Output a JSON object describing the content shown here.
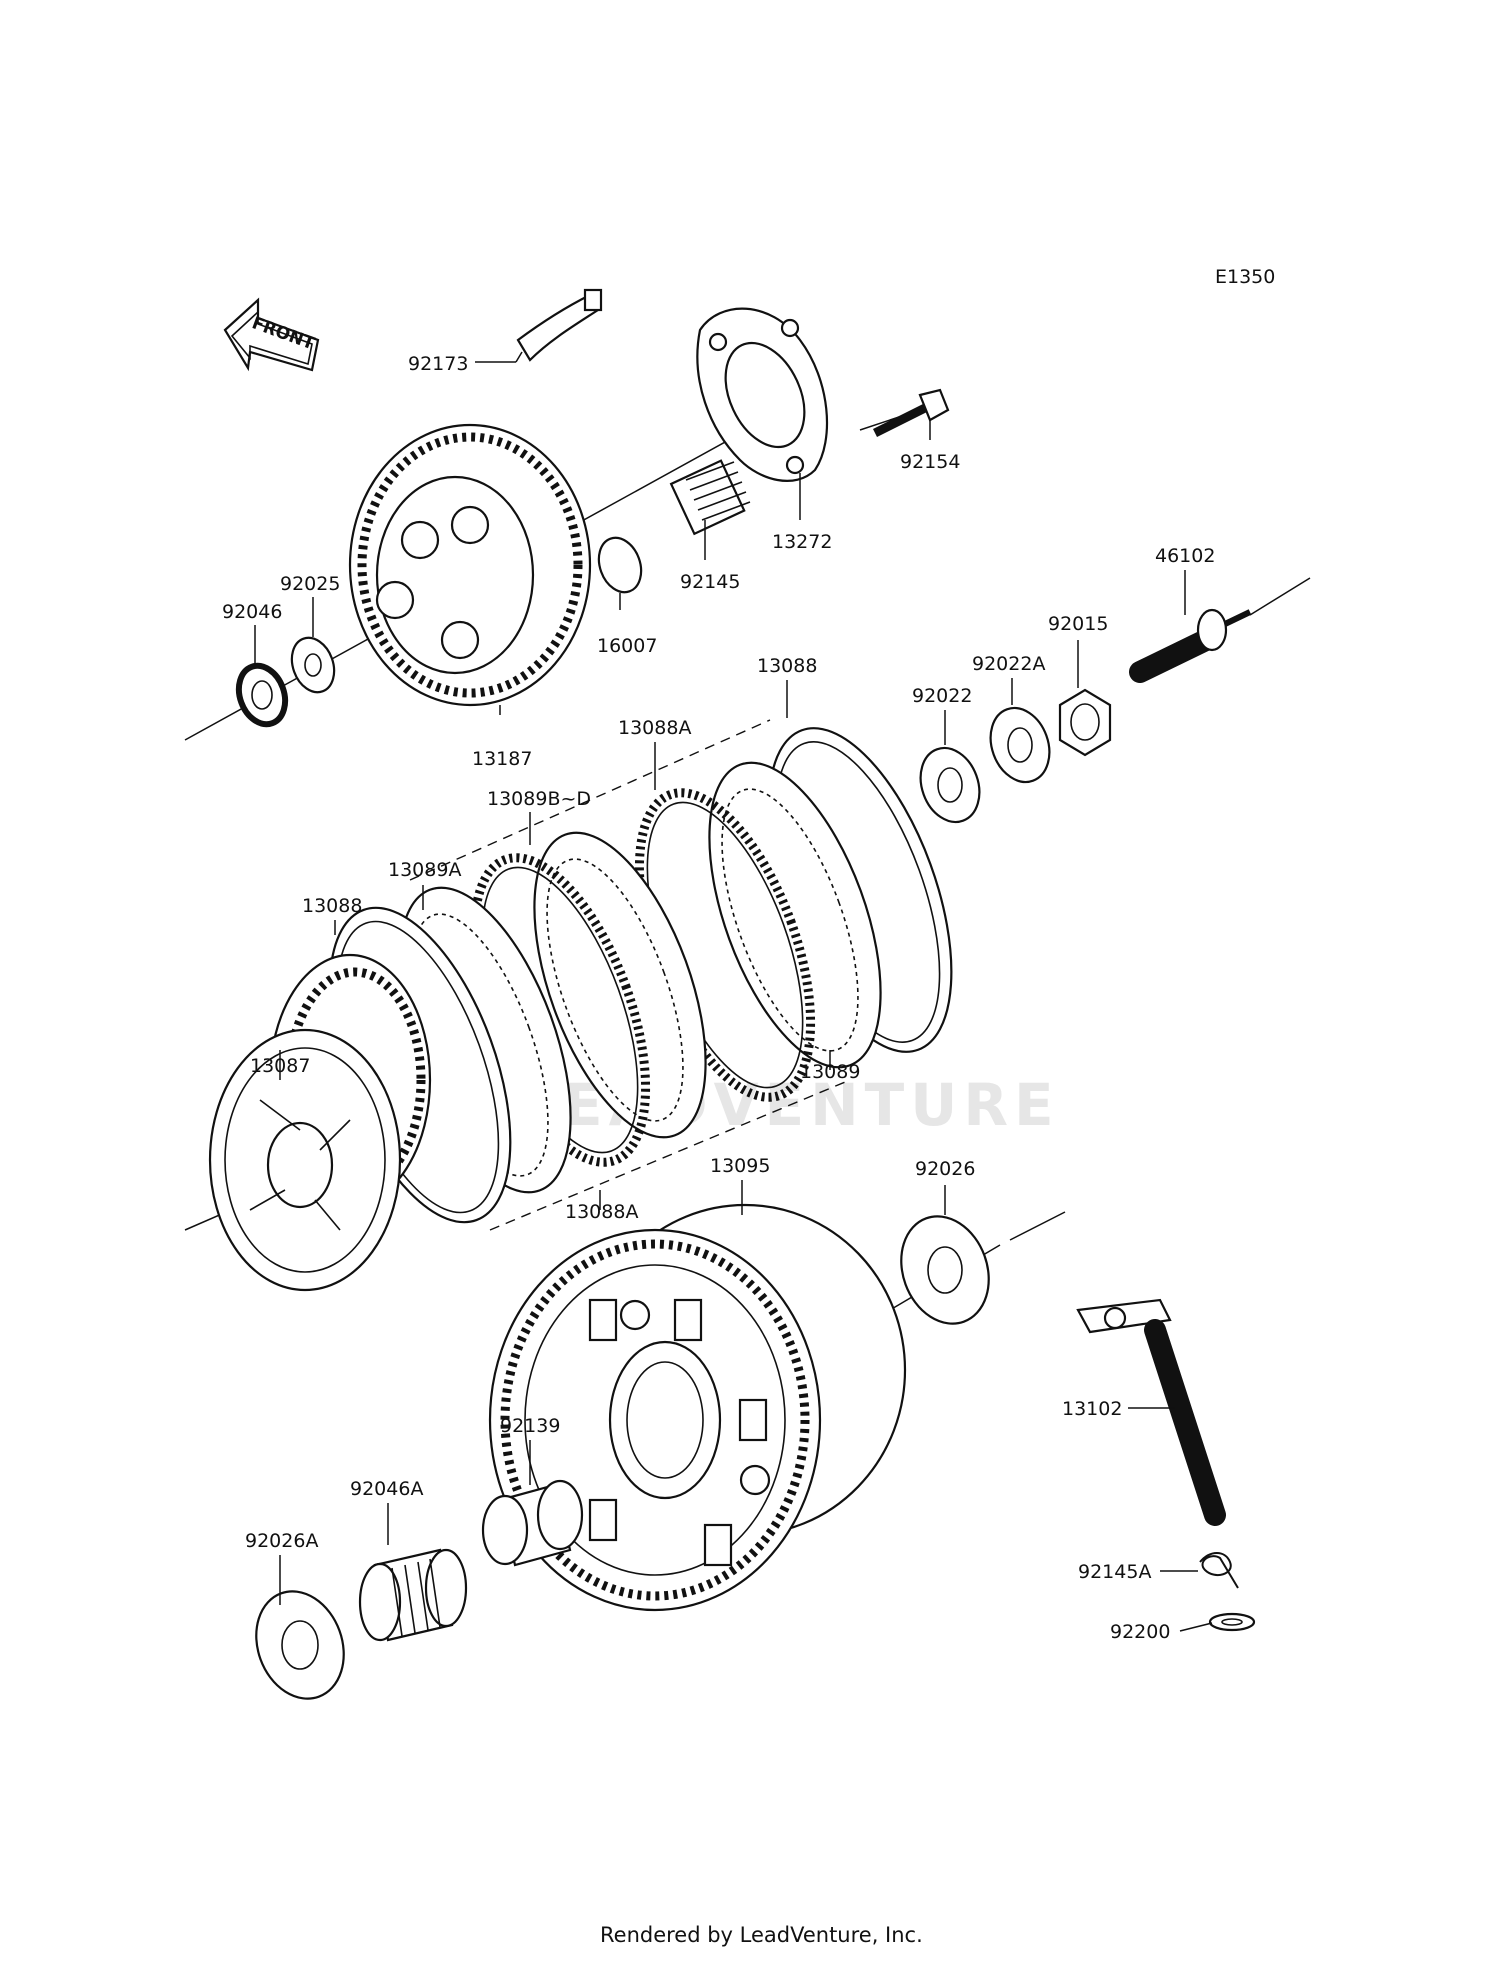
{
  "diagram": {
    "code": "E1350",
    "front_label": "FRONT",
    "watermark": "LEADVENTURE",
    "footer": "Rendered by LeadVenture, Inc.",
    "parts": [
      "92173",
      "92154",
      "13272",
      "92145",
      "16007",
      "92025",
      "92046",
      "13187",
      "46102",
      "92015",
      "92022A",
      "92022",
      "13088",
      "13088A",
      "13089B~D",
      "13089A",
      "13088",
      "13087",
      "13089",
      "13088A",
      "13095",
      "92026",
      "13102",
      "92139",
      "92046A",
      "92026A",
      "92145A",
      "92200"
    ]
  }
}
